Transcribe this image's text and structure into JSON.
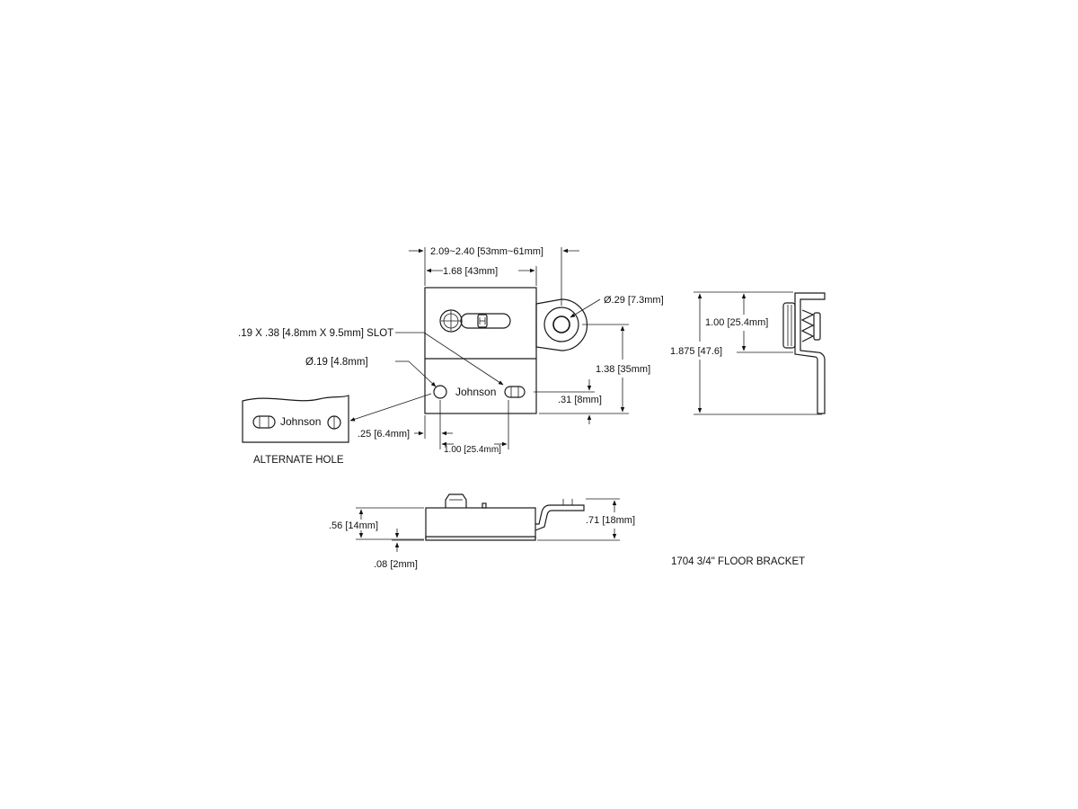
{
  "drawing_title": "1704 3/4\" FLOOR BRACKET",
  "alternate_hole_label": "ALTERNATE HOLE",
  "brand_mark": "Johnson",
  "dimensions": {
    "overall_width": "2.09~2.40 [53mm~61mm]",
    "body_width": "1.68 [43mm]",
    "eyelet_diameter": "Ø.29 [7.3mm]",
    "slot_size": ".19 X .38 [4.8mm X 9.5mm] SLOT",
    "hole_diameter": "Ø.19 [4.8mm]",
    "height_to_eyelet": "1.38 [35mm]",
    "hole_from_bottom": ".31 [8mm]",
    "hole_from_left": ".25 [6.4mm]",
    "hole_spacing": "1.00 [25.4mm]",
    "side_upper_height": "1.00 [25.4mm]",
    "side_overall_height": "1.875 [47.6]",
    "base_height": ".56 [14mm]",
    "plate_thickness": ".08 [2mm]",
    "eyelet_height": ".71 [18mm]"
  }
}
